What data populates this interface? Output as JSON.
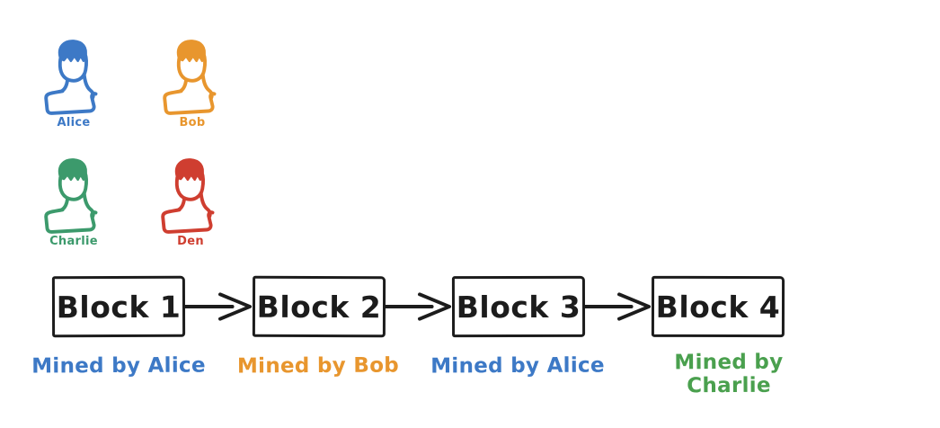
{
  "diagram": {
    "background": "#ffffff",
    "ink_color": "#1c1c1c",
    "participants": [
      {
        "name": "Alice",
        "color": "#3d79c6"
      },
      {
        "name": "Bob",
        "color": "#e8962e"
      },
      {
        "name": "Charlie",
        "color": "#3c9a6c"
      },
      {
        "name": "Den",
        "color": "#cf3e30"
      }
    ],
    "chain": {
      "blocks": [
        {
          "label": "Block 1",
          "caption": "Mined by Alice",
          "caption_color": "#3d79c6"
        },
        {
          "label": "Block 2",
          "caption": "Mined by Bob",
          "caption_color": "#e8962e"
        },
        {
          "label": "Block 3",
          "caption": "Mined by Alice",
          "caption_color": "#3d79c6"
        },
        {
          "label": "Block 4",
          "caption": "Mined by Charlie",
          "caption_color": "#4aa04e"
        }
      ],
      "arrow_count": 3
    }
  }
}
